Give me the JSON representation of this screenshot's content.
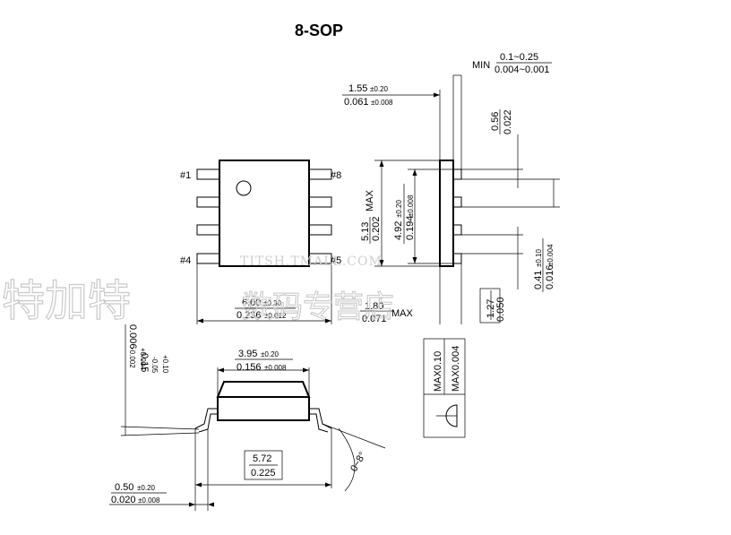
{
  "title": "8-SOP",
  "pins": {
    "p1": "#1",
    "p8": "#8",
    "p4": "#4",
    "p5": "#5"
  },
  "dimensions": {
    "body_length_mm": "1.55",
    "body_length_mm_tol": "±0.20",
    "body_length_in": "0.061",
    "body_length_in_tol": "±0.008",
    "min_label": "MIN",
    "min_mm": "0.1~0.25",
    "min_in": "0.004~0.001",
    "lead_pitch_a_mm": "0.56",
    "lead_pitch_a_in": "0.022",
    "max_height_mm": "5.13",
    "max_height_in": "0.202",
    "max_label": "MAX",
    "height_mm": "4.92",
    "height_mm_tol": "±0.20",
    "height_in": "0.194",
    "height_in_tol": "±0.008",
    "lead_width_mm": "0.41",
    "lead_width_mm_tol": "±0.10",
    "lead_width_in": "0.016",
    "lead_width_in_tol": "±0.004",
    "pitch_mm": "1.27",
    "pitch_in": "0.050",
    "width_mm": "6.00",
    "width_mm_tol": "±0.30",
    "width_in": "0.236",
    "width_in_tol": "±0.012",
    "thk_mm": "1.80",
    "thk_in": "0.071",
    "thk_max": "MAX",
    "flat_mm": "MAX0.10",
    "flat_in": "MAX0.004",
    "lead_thk_mm": "0.15",
    "lead_thk_mm_tol_a": "+0.10",
    "lead_thk_mm_tol_b": "-0.05",
    "lead_thk_in": "0.006",
    "lead_thk_in_tol_a": "+0.004",
    "lead_thk_in_tol_b": "-0.002",
    "body_w_mm": "3.95",
    "body_w_mm_tol": "±0.20",
    "body_w_in": "0.156",
    "body_w_in_tol": "±0.008",
    "lead_span_mm": "5.72",
    "lead_span_in": "0.225",
    "foot_mm": "0.50",
    "foot_mm_tol": "±0.20",
    "foot_in": "0.020",
    "foot_in_tol": "±0.008",
    "angle": "0~8°"
  },
  "watermark": {
    "main": "特加特",
    "sub": "数码专营店",
    "url": "TITSH.TMALL.COM"
  }
}
